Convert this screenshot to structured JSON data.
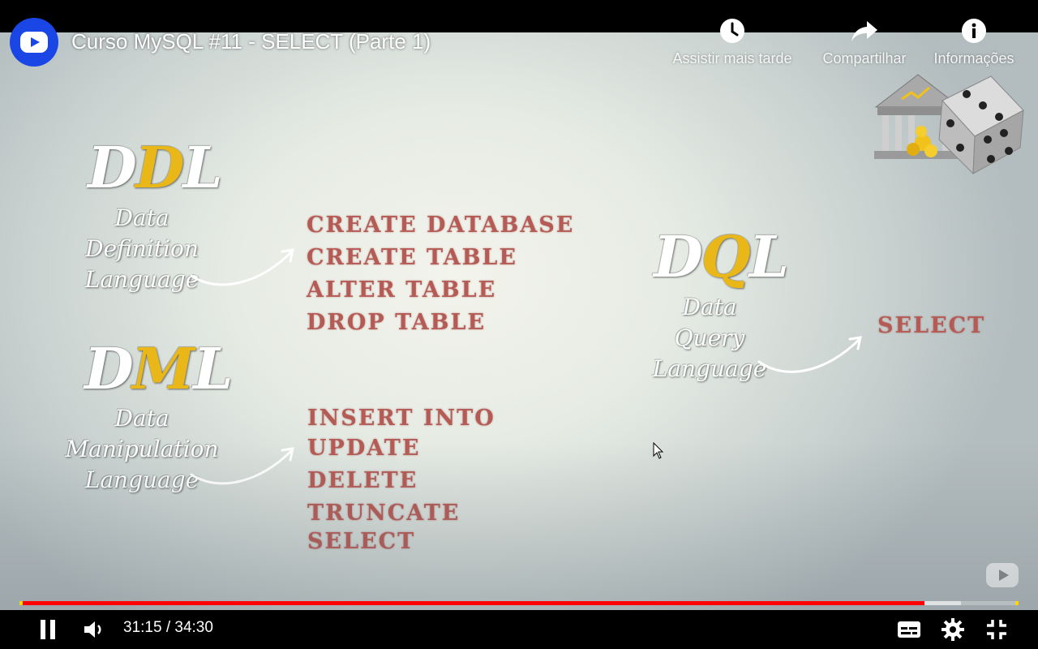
{
  "video": {
    "title": "Curso MySQL #11 - SELECT (Parte 1)"
  },
  "top_actions": [
    {
      "label": "Assistir mais tarde",
      "icon": "clock-icon"
    },
    {
      "label": "Compartilhar",
      "icon": "share-icon"
    },
    {
      "label": "Informações",
      "icon": "info-icon"
    }
  ],
  "slide": {
    "ddl": {
      "big_prefix": "D",
      "big_accent": "D",
      "big_suffix": "L",
      "line1": "Data Definition",
      "line2": "Language"
    },
    "dml": {
      "big_prefix": "D",
      "big_accent": "M",
      "big_suffix": "L",
      "line1": "Data Manipulation",
      "line2": "Language"
    },
    "dql": {
      "big_prefix": "D",
      "big_accent": "Q",
      "big_suffix": "L",
      "line1": "Data Query",
      "line2": "Language"
    },
    "ddl_commands": [
      "CREATE DATABASE",
      "CREATE TABLE",
      "ALTER TABLE",
      "DROP TABLE"
    ],
    "dml_commands": [
      "INSERT INTO",
      "UPDATE",
      "DELETE",
      "TRUNCATE",
      "SELECT"
    ],
    "dql_commands": [
      "SELECT"
    ]
  },
  "player": {
    "time_current": "31:15",
    "time_total": "34:30",
    "time_display": "31:15 / 34:30",
    "progress_played": 0.906,
    "progress_buffered": 0.942,
    "accent_color": "#ff0000"
  }
}
